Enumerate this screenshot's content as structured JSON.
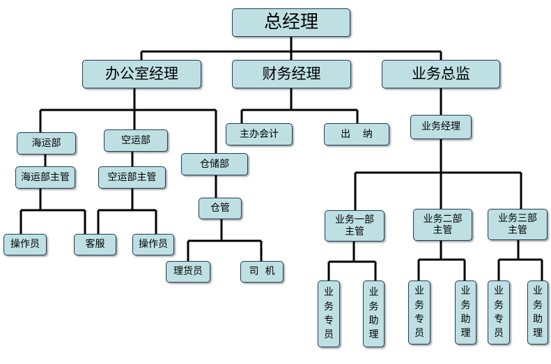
{
  "org_chart": {
    "ceo": "总经理",
    "level2": {
      "office_manager": "办公室经理",
      "finance_manager": "财务经理",
      "business_director": "业务总监"
    },
    "office": {
      "sea_dept": "海运部",
      "sea_supervisor": "海运部主管",
      "air_dept": "空运部",
      "air_supervisor": "空运部主管",
      "warehouse_dept": "仓储部",
      "warehouse_keeper": "仓管",
      "operator_1": "操作员",
      "customer_service": "客服",
      "operator_2": "操作员",
      "cargo_handler": "理货员",
      "driver": "司  机"
    },
    "finance": {
      "chief_accountant": "主办会计",
      "cashier": "出    纳"
    },
    "business": {
      "business_manager": "业务经理",
      "dept1_supervisor": "业务一部主管",
      "dept2_supervisor": "业务二部主管",
      "dept3_supervisor": "业务三部主管",
      "specialist_1": "业务专员",
      "assistant_1": "业务助理",
      "specialist_2": "业务专员",
      "assistant_2": "业务助理",
      "specialist_3": "业务专员",
      "assistant_3": "业务助理"
    }
  }
}
